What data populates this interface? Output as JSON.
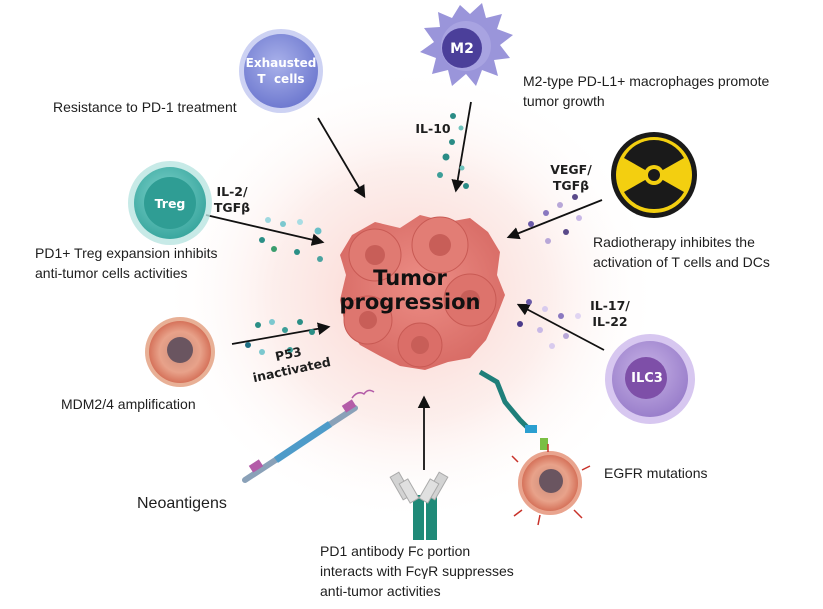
{
  "center": {
    "line1": "Tumor",
    "line2": "progression"
  },
  "nodes": {
    "exhausted_t": {
      "cell_line1": "Exhausted",
      "cell_line2": "T  cells",
      "caption": "Resistance to PD-1 treatment"
    },
    "m2": {
      "cell": "M2",
      "caption_line1": "M2-type PD-L1+ macrophages promote",
      "caption_line2": "tumor growth",
      "cytokine": "IL-10"
    },
    "treg": {
      "cell": "Treg",
      "cytokine_line1": "IL-2/",
      "cytokine_line2": "TGFβ",
      "caption_line1": "PD1+ Treg expansion inhibits",
      "caption_line2": "anti-tumor cells activities"
    },
    "radiotherapy": {
      "cytokine_line1": "VEGF/",
      "cytokine_line2": "TGFβ",
      "caption_line1": "Radiotherapy inhibites the",
      "caption_line2": "activation of T cells and DCs"
    },
    "mdm2": {
      "arrow_label": "P53 inactivated",
      "caption": "MDM2/4 amplification"
    },
    "ilc3": {
      "cell": "ILC3",
      "cytokine_line1": "IL-17/",
      "cytokine_line2": "IL-22"
    },
    "neoantigens": {
      "caption": "Neoantigens"
    },
    "egfr": {
      "caption": "EGFR mutations"
    },
    "pd1_antibody": {
      "caption_line1": "PD1 antibody Fc portion",
      "caption_line2": "interacts with FcγR suppresses",
      "caption_line3": "anti-tumor activities"
    }
  },
  "colors": {
    "treg_cell": "#4fb8b0",
    "m2_cell": "#8c86d0",
    "exhausted_cell": "#8a94d8",
    "ilc3_cell": "#a58dd0",
    "tumor": "#e0706a",
    "radiation_yellow": "#f3cf10",
    "antibody_teal": "#1f8a78"
  }
}
